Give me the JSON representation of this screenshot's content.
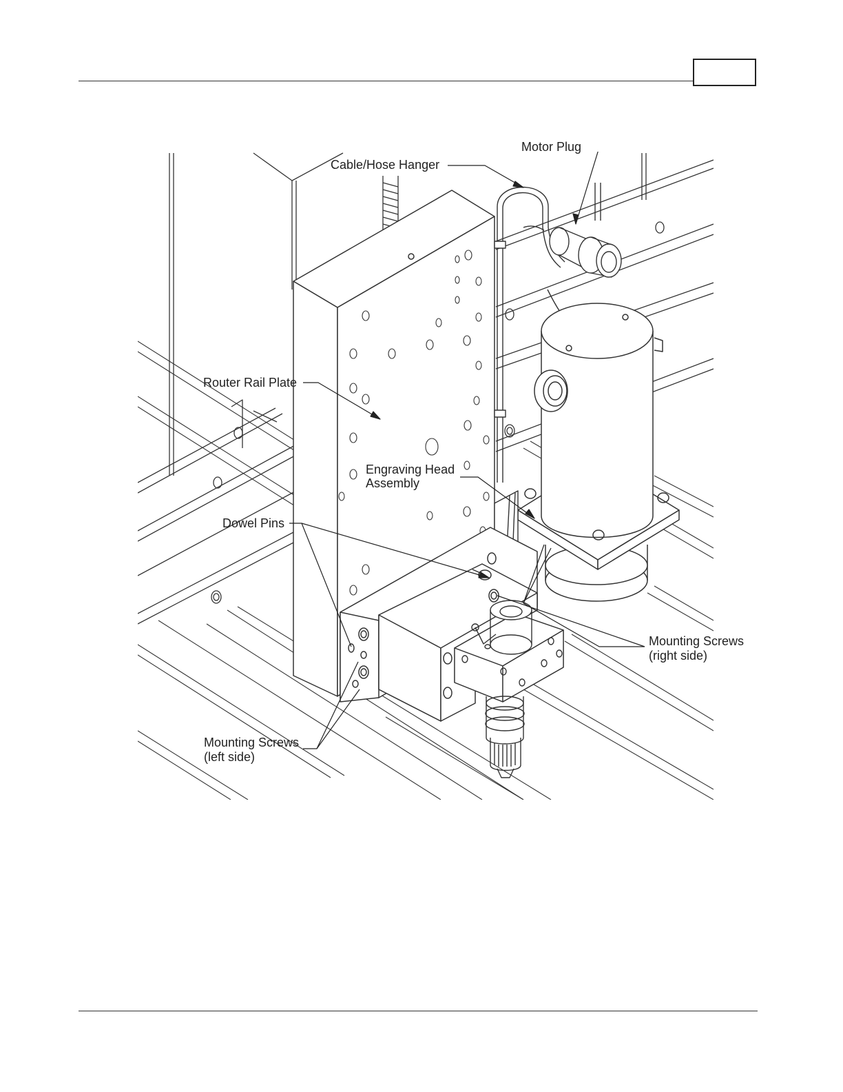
{
  "figure": {
    "callouts": {
      "motor_plug": "Motor Plug",
      "cable_hose_hanger": "Cable/Hose Hanger",
      "router_rail_plate": "Router Rail Plate",
      "engraving_head_line1": "Engraving Head",
      "engraving_head_line2": "Assembly",
      "dowel_pins": "Dowel Pins",
      "mounting_screws_right_line1": "Mounting Screws",
      "mounting_screws_right_line2": "(right side)",
      "mounting_screws_left_line1": "Mounting Screws",
      "mounting_screws_left_line2": "(left side)"
    }
  }
}
